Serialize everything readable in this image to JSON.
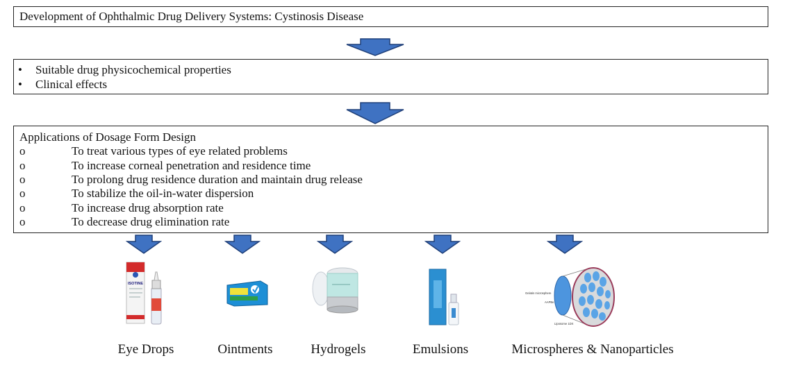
{
  "title_box": {
    "text": "Development of Ophthalmic Drug Delivery Systems: Cystinosis Disease"
  },
  "properties_box": {
    "bullet": "•",
    "items": [
      "Suitable drug physicochemical properties",
      "Clinical effects"
    ]
  },
  "applications_box": {
    "heading": "Applications of Dosage Form Design",
    "marker": "o",
    "items": [
      "To treat various types of eye related problems",
      "To increase corneal penetration and residence time",
      "To prolong drug residence duration and maintain drug release",
      "To stabilize the oil-in-water dispersion",
      "To increase drug absorption rate",
      "To decrease drug elimination rate"
    ]
  },
  "dosage_forms": [
    {
      "label": "Eye Drops"
    },
    {
      "label": "Ointments"
    },
    {
      "label": "Hydrogels"
    },
    {
      "label": "Emulsions"
    },
    {
      "label": "Microspheres & Nanoparticles"
    }
  ],
  "product_text": {
    "eye_drop_brand": "ISOTINE",
    "microsphere_labels": [
      "Gelatin microsphere",
      "AAPBe",
      "Liposome 1DX"
    ]
  },
  "colors": {
    "arrow_fill": "#3f72c2",
    "arrow_stroke": "#1f3f78",
    "border": "#222222"
  }
}
